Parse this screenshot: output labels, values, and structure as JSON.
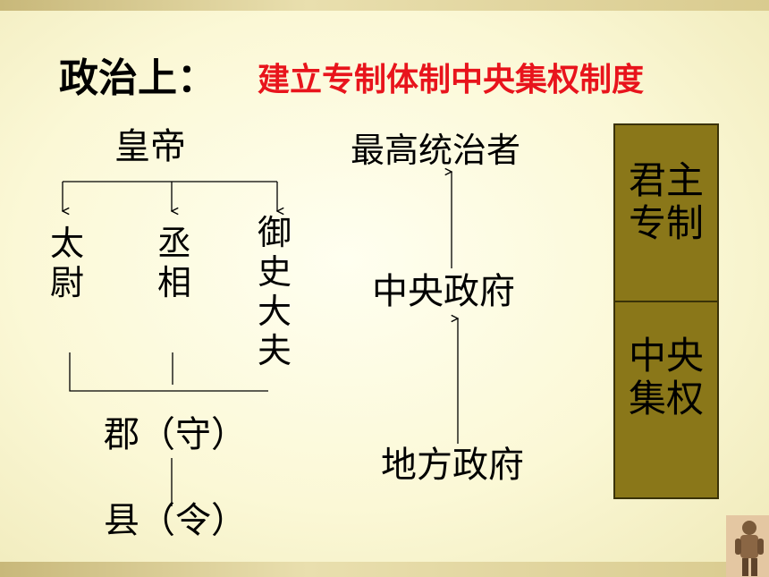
{
  "title": {
    "left": "政治上：",
    "right": "建立专制体制中央集权制度"
  },
  "hierarchy": {
    "emperor": "皇帝",
    "officials": [
      {
        "id": "taiwei",
        "label": "太尉"
      },
      {
        "id": "chengxiang",
        "label": "丞相"
      },
      {
        "id": "yushidafu",
        "label": "御史大夫"
      }
    ],
    "commandery": "郡（守）",
    "county": "县（令）"
  },
  "flow": {
    "top": "最高统治者",
    "middle": "中央政府",
    "bottom": "地方政府"
  },
  "panel": {
    "top": "君主专制",
    "bottom": "中央集权"
  },
  "colors": {
    "title_red": "#e8141c",
    "panel_bg": "#8a7719"
  }
}
